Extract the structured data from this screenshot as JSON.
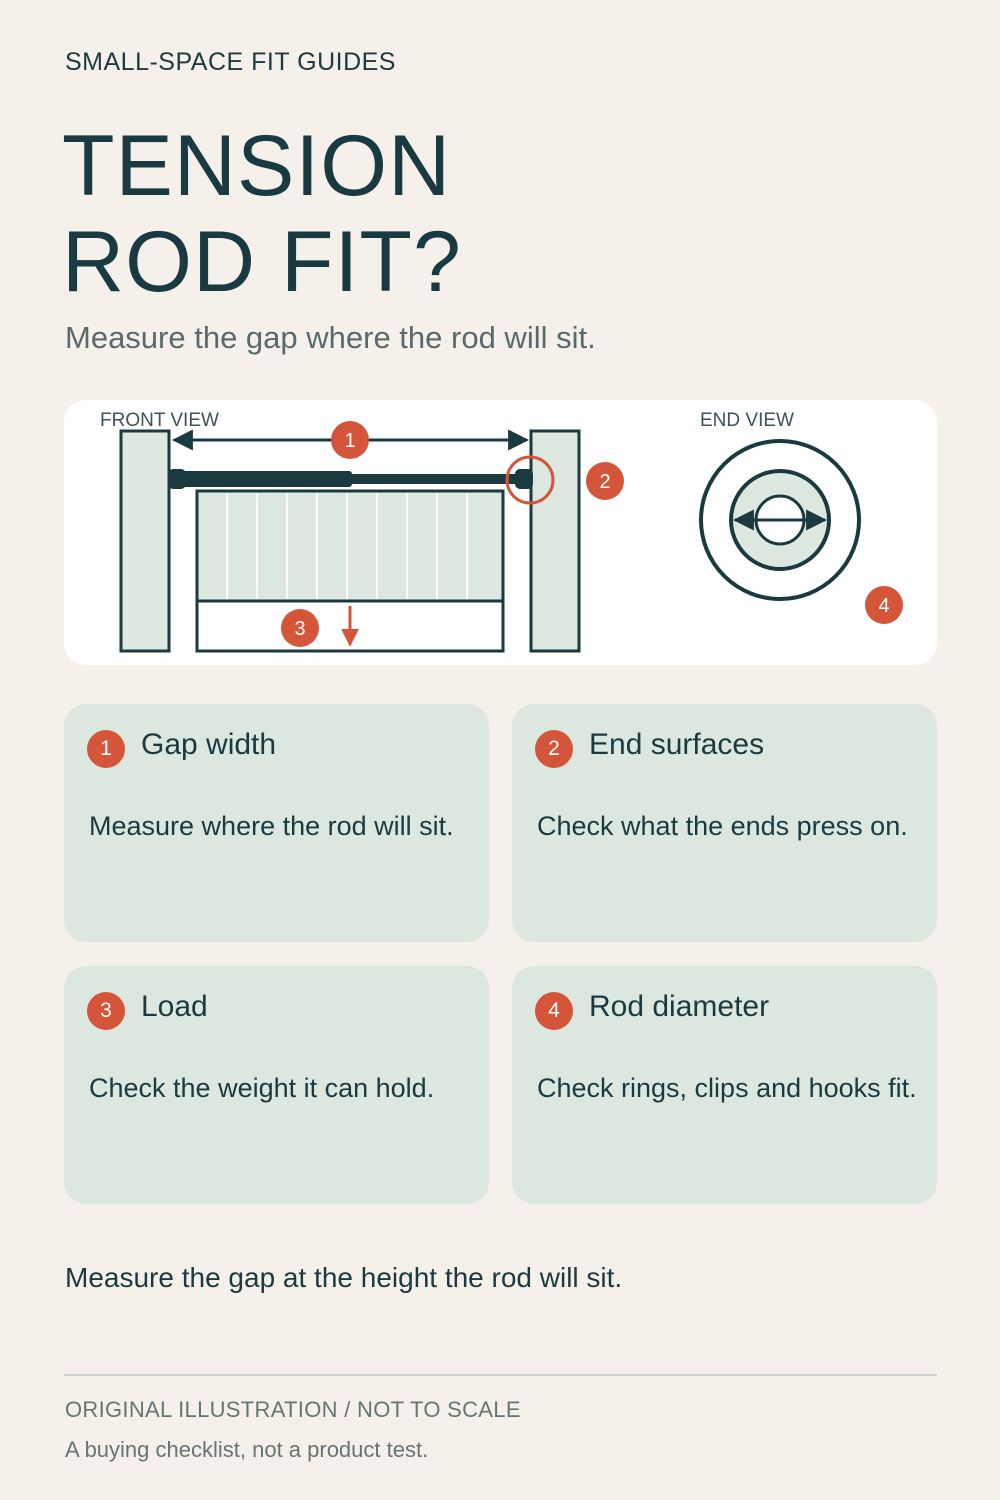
{
  "header": {
    "eyebrow": "SMALL-SPACE FIT GUIDES",
    "title_line1": "TENSION",
    "title_line2": "ROD FIT?",
    "subtitle": "Measure the gap where the rod will sit."
  },
  "diagram": {
    "front_label": "FRONT VIEW",
    "end_label": "END VIEW",
    "markers": [
      "1",
      "2",
      "3",
      "4"
    ]
  },
  "cards": [
    {
      "number": "1",
      "title": "Gap width",
      "body": "Measure where the rod will sit."
    },
    {
      "number": "2",
      "title": "End surfaces",
      "body": "Check what the ends press on."
    },
    {
      "number": "3",
      "title": "Load",
      "body": "Check the weight it can hold."
    },
    {
      "number": "4",
      "title": "Rod diameter",
      "body": "Check rings, clips and hooks fit."
    }
  ],
  "footnote": "Measure the gap at the height the rod will sit.",
  "footer": {
    "credit": "ORIGINAL ILLUSTRATION / NOT TO SCALE",
    "disclaimer": "A buying checklist, not a product test."
  },
  "colors": {
    "background": "#f5f1ea",
    "ink": "#1b3a40",
    "accent": "#d4553a",
    "card": "#dce8df"
  }
}
